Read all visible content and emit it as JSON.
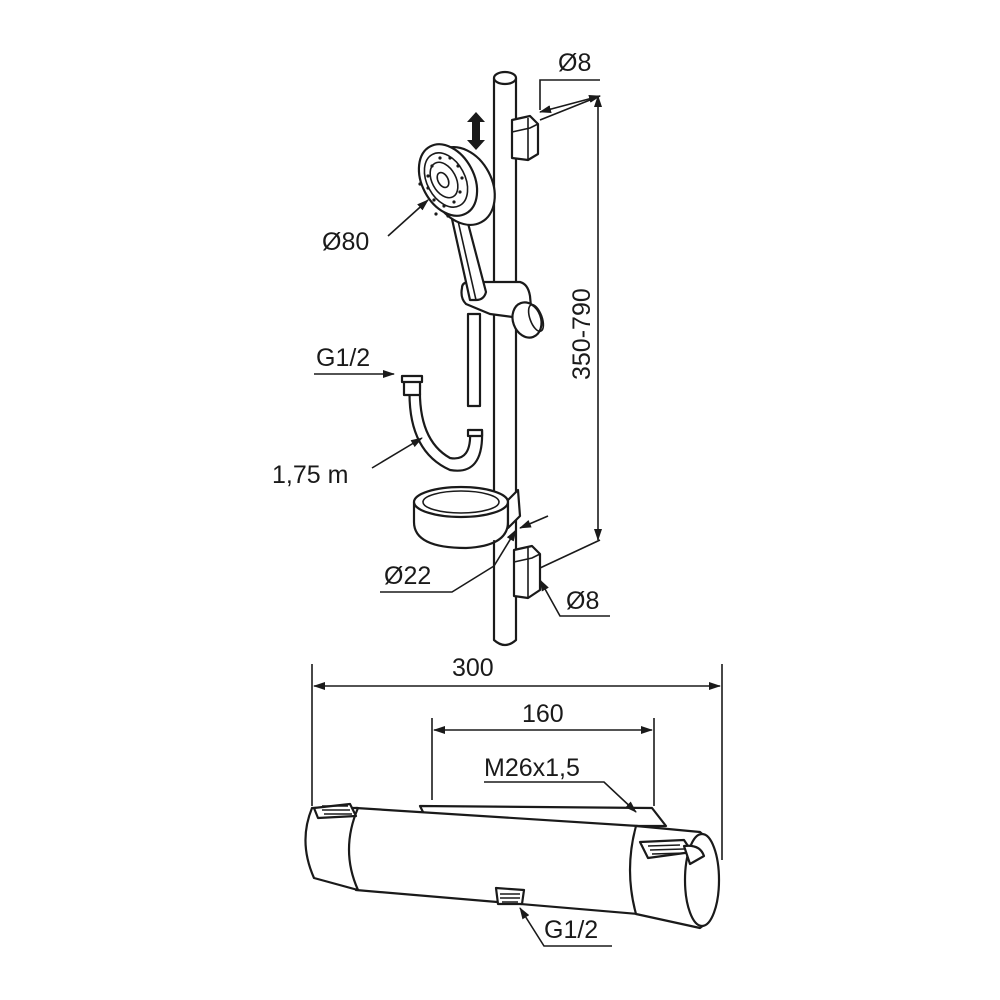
{
  "labels": {
    "rail_top_diameter": "Ø8",
    "handshower_diameter": "Ø80",
    "rail_height": "350-790",
    "hose_connection": "G1/2",
    "hose_length": "1,75 m",
    "rail_diameter": "Ø22",
    "rail_bottom_diameter": "Ø8",
    "overall_width": "300",
    "center_distance": "160",
    "thread": "M26x1,5",
    "outlet_connection": "G1/2"
  }
}
